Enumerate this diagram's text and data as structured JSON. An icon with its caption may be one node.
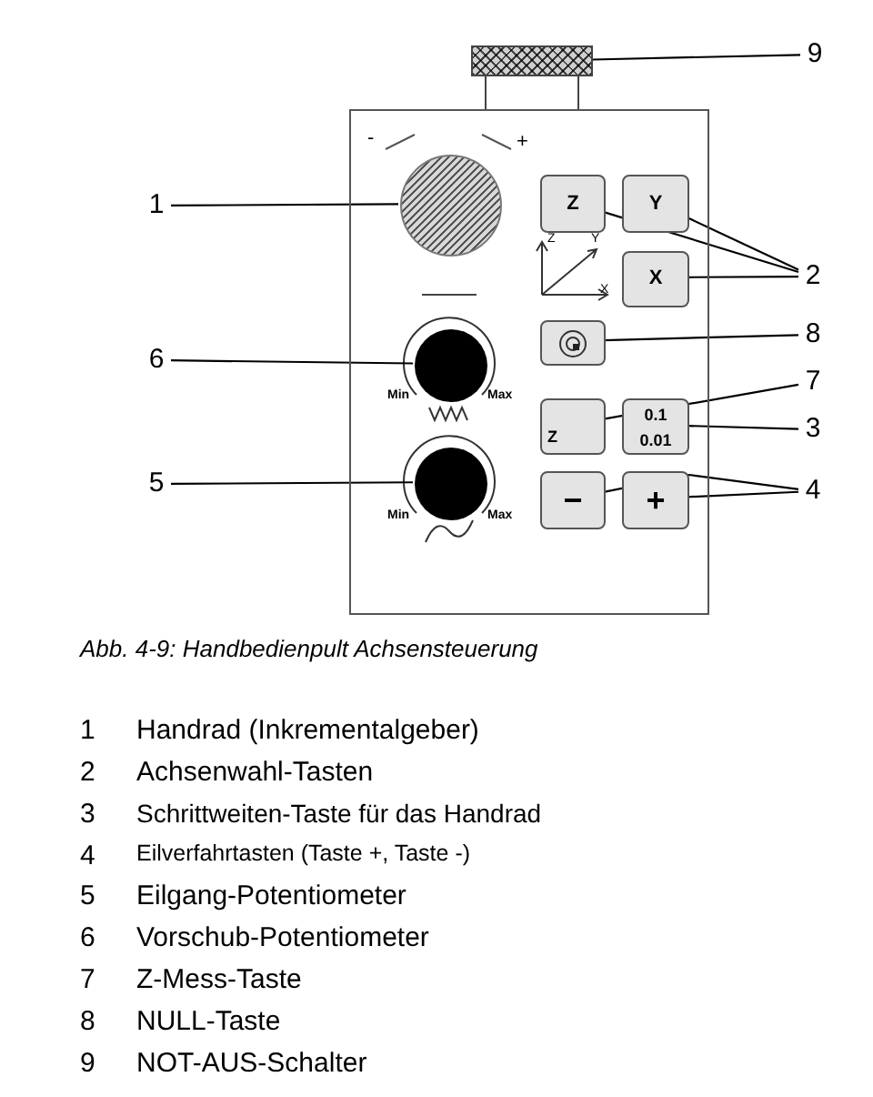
{
  "diagram": {
    "caption": "Abb. 4-9: Handbedienpult Achsensteuerung",
    "nodes": [
      {
        "text": [
          "9"
        ]
      },
      {
        "text": [],
        "shape": "bar"
      },
      {
        "text": [],
        "shape": "box"
      },
      {
        "text": [
          "1"
        ]
      },
      {
        "text": [],
        "shape": "circle",
        "in": 2
      },
      {
        "text": [
          "Z"
        ],
        "in": 2
      },
      {
        "text": [
          "Y"
        ],
        "in": 2
      },
      {
        "text": [
          "2"
        ]
      },
      {
        "text": [
          "X"
        ],
        "in": 2
      },
      {
        "text": [
          "6"
        ]
      },
      {
        "text": [],
        "shape": "circle",
        "in": 2
      },
      {
        "text": [],
        "shape": "box",
        "in": 2
      },
      {
        "text": [
          "8"
        ]
      },
      {
        "text": [
          "7"
        ]
      },
      {
        "text": [
          "Z"
        ],
        "in": 2
      },
      {
        "text": [
          "0.1",
          "0.01"
        ],
        "in": 2
      },
      {
        "text": [
          "3"
        ]
      },
      {
        "text": [
          "5"
        ]
      },
      {
        "text": [],
        "shape": "circle",
        "in": 2
      },
      {
        "text": [
          "−"
        ],
        "in": 2
      },
      {
        "text": [
          "+"
        ],
        "in": 2
      },
      {
        "text": [
          "4"
        ]
      }
    ],
    "edges": [
      {
        "from": 0,
        "to": 1,
        "arrow": "none"
      },
      {
        "from": 3,
        "to": 4,
        "arrow": "none"
      },
      {
        "from": 7,
        "to": 5,
        "arrow": "none"
      },
      {
        "from": 7,
        "to": 6,
        "arrow": "none"
      },
      {
        "from": 7,
        "to": 8,
        "arrow": "none"
      },
      {
        "from": 9,
        "to": 10,
        "arrow": "none"
      },
      {
        "from": 12,
        "to": 11,
        "arrow": "none"
      },
      {
        "from": 13,
        "to": 14,
        "arrow": "none"
      },
      {
        "from": 16,
        "to": 15,
        "arrow": "none"
      },
      {
        "from": 17,
        "to": 18,
        "arrow": "none"
      },
      {
        "from": 21,
        "to": 19,
        "arrow": "none"
      },
      {
        "from": 21,
        "to": 20,
        "arrow": "none"
      }
    ],
    "labels": [
      "-",
      "+",
      "Z",
      "Y",
      "X",
      "Min",
      "Max",
      "Min",
      "Max",
      "1",
      "Handrad (Inkrementalgeber)",
      "2",
      "Achsenwahl-Tasten",
      "3",
      "Schrittweiten-Taste für das Handrad",
      "4",
      "Eilverfahrtasten (Taste +, Taste -)",
      "5",
      "Eilgang-Potentiometer",
      "6",
      "Vorschub-Potentiometer",
      "7",
      "Z-Mess-Taste",
      "8",
      "NULL-Taste",
      "9",
      "NOT-AUS-Schalter"
    ]
  }
}
